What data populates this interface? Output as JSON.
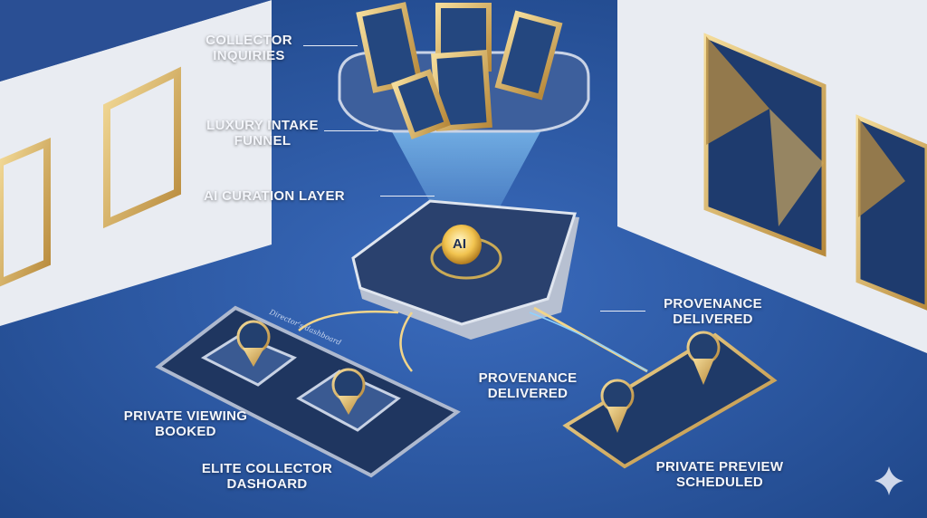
{
  "labels": {
    "collector_inquiries": "Collector Inquiries",
    "luxury_intake_funnel": "Luxury Intake Funnel",
    "ai_curation_layer": "AI Curation Layer",
    "provenance_delivered_top": "Provenance Delivered",
    "provenance_delivered_mid": "Provenance Delivered",
    "private_viewing_booked": "Private Viewing Booked",
    "elite_collector_dashboard": "Elite Collector Dashoard",
    "private_preview_scheduled": "Private Preview Scheduled"
  },
  "device": {
    "core_label": "AI"
  },
  "tablet": {
    "screen_title": "Director's dashboard"
  },
  "colors": {
    "background": "#2b56a0",
    "gold": "#e3c277",
    "wall": "#eef0f5",
    "glow": "#8fd2ff"
  }
}
